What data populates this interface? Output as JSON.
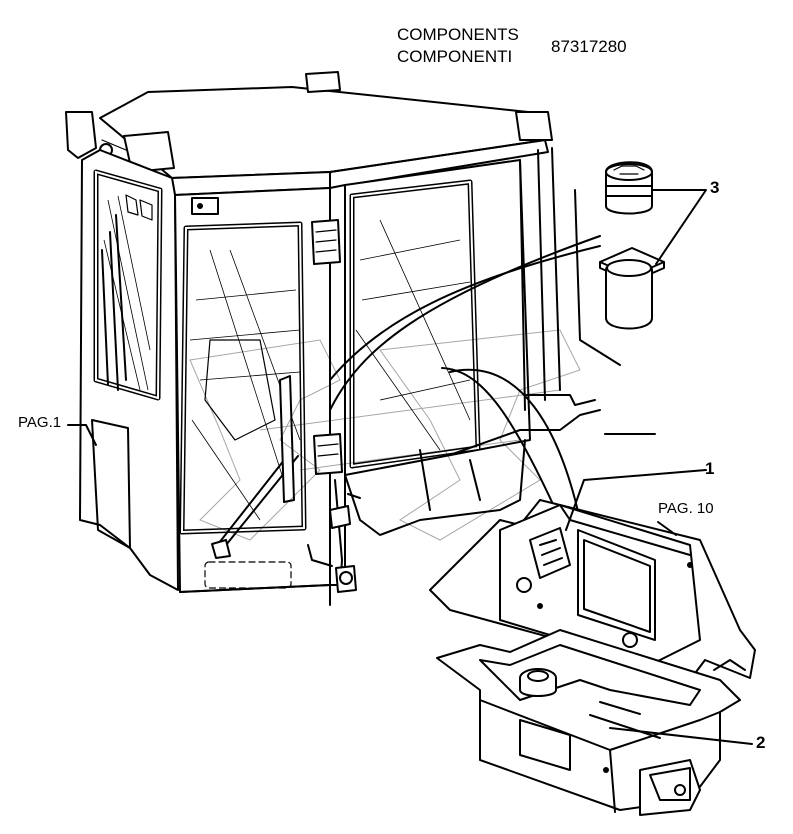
{
  "header": {
    "title_en": "COMPONENTS",
    "title_it": "COMPONENTI",
    "part_number": "87317280"
  },
  "references": {
    "page_left": "PAG.1",
    "page_right": "PAG. 10"
  },
  "callouts": [
    {
      "id": "1",
      "label": "1"
    },
    {
      "id": "2",
      "label": "2"
    },
    {
      "id": "3",
      "label": "3"
    }
  ]
}
